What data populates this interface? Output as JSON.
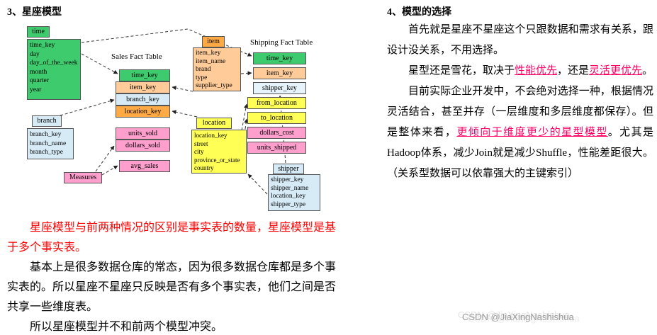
{
  "left": {
    "heading": "3、星座模型",
    "para_red": "星座模型与前两种情况的区别是事实表的数量，星座模型是基于多个事实表。",
    "para1": "基本上是很多数据仓库的常态，因为很多数据仓库都是多个事实表的。所以星座不星座只反映是否有多个事实表，他们之间是否共享一些维度表。",
    "para2": "所以星座模型并不和前两个模型冲突。"
  },
  "right": {
    "heading": "4、模型的选择",
    "para1": "首先就是星座不星座这个只跟数据和需求有关系，跟设计没关系，不用选择。",
    "para2": {
      "prefix": "星型还是雪花，取决于",
      "em1": "性能优先",
      "mid": "，还是",
      "em2": "灵活更优先",
      "suffix": "。"
    },
    "para3": {
      "prefix": "目前实际企业开发中，不会绝对选择一种，根据情况灵活结合，甚至并存（一层维度和多层维度都保存）。但是整体来看，",
      "em": "更倾向于维度更少的星型模型",
      "suffix": "。尤其是Hadoop体系，减少Join就是减少Shuffle，性能差距很大。（关系型数据可以依靠强大的主键索引）"
    }
  },
  "watermark": "CSDN @JiaXingNashishua",
  "diagram": {
    "labels": {
      "sales_fact": "Sales Fact Table",
      "shipping_fact": "Shipping Fact Table",
      "measures": "Measures"
    },
    "tables": {
      "time": {
        "title": "time",
        "fields": [
          "time_key",
          "day",
          "day_of_the_week",
          "month",
          "quarter",
          "year"
        ]
      },
      "item": {
        "title": "item",
        "fields": [
          "item_key",
          "item_name",
          "brand",
          "type",
          "supplier_type"
        ]
      },
      "branch": {
        "title": "branch",
        "fields": [
          "branch_key",
          "branch_name",
          "branch_type"
        ]
      },
      "location": {
        "title": "location",
        "fields": [
          "location_key",
          "street",
          "city",
          "province_or_state",
          "country"
        ]
      },
      "shipper": {
        "title": "shipper",
        "fields": [
          "shipper_key",
          "shipper_name",
          "location_key",
          "shipper_type"
        ]
      }
    },
    "sales_fact": [
      "time_key",
      "item_key",
      "branch_key",
      "location_key",
      "units_sold",
      "dollars_sold",
      "avg_sales"
    ],
    "shipping_fact": [
      "time_key",
      "item_key",
      "shipper_key",
      "from_location",
      "to_location",
      "dollars_cost",
      "units_shipped"
    ],
    "colors": {
      "green": "#3ecb6e",
      "peach": "#ffcc99",
      "orange": "#ffaa44",
      "blue": "#d7ebf7",
      "yellow": "#ffff55",
      "pink": "#ff9fce"
    }
  }
}
